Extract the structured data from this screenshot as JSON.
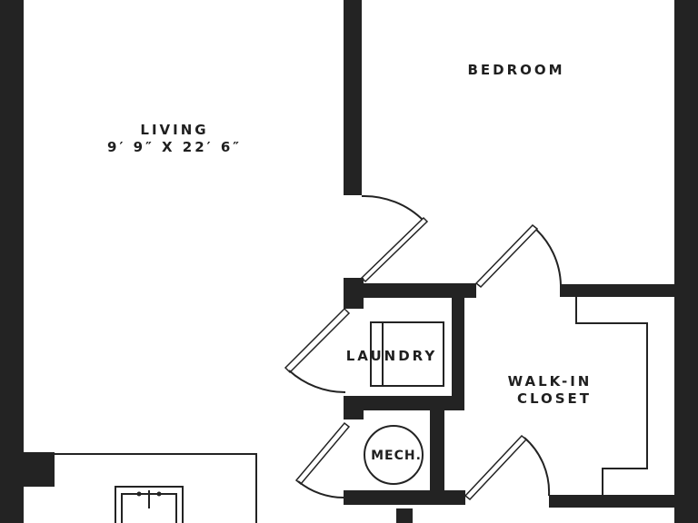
{
  "rooms": {
    "living": {
      "name": "LIVING",
      "dimensions": "9′ 9″ X 22′ 6″"
    },
    "bedroom": {
      "name": "BEDROOM"
    },
    "laundry": {
      "name": "LAUNDRY"
    },
    "walk_in_closet": {
      "name_line1": "WALK-IN",
      "name_line2": "CLOSET"
    },
    "mech": {
      "name": "MECH."
    }
  },
  "colors": {
    "wall": "#232323",
    "background": "#ffffff"
  }
}
